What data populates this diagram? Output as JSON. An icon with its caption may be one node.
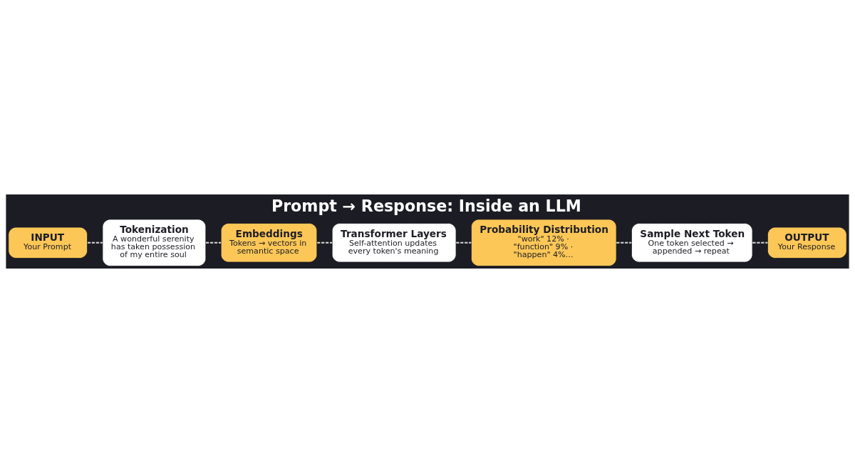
{
  "diagram": {
    "title": "Prompt → Response: Inside an LLM",
    "nodes": [
      {
        "text": [
          "INPUT",
          "Your Prompt"
        ]
      },
      {
        "text": [
          "Tokenization",
          "A wonderful serenity has taken possession of my entire soul"
        ]
      },
      {
        "text": [
          "Embeddings",
          "Tokens → vectors in semantic space"
        ]
      },
      {
        "text": [
          "Transformer Layers",
          "Self-attention updates every token's meaning"
        ]
      },
      {
        "text": [
          "Probability Distribution",
          "\"work\" 12% · \"function\" 9% · \"happen\" 4%…"
        ]
      },
      {
        "text": [
          "Sample Next Token",
          "One token selected → appended → repeat"
        ]
      },
      {
        "text": [
          "OUTPUT",
          "Your Response"
        ]
      }
    ],
    "edges": [
      {
        "from": 0,
        "to": 1,
        "arrow": "none",
        "style": "dashed"
      },
      {
        "from": 1,
        "to": 2,
        "arrow": "none",
        "style": "dashed"
      },
      {
        "from": 2,
        "to": 3,
        "arrow": "none",
        "style": "dashed"
      },
      {
        "from": 3,
        "to": 4,
        "arrow": "none",
        "style": "dashed"
      },
      {
        "from": 4,
        "to": 5,
        "arrow": "none",
        "style": "dashed"
      },
      {
        "from": 5,
        "to": 6,
        "arrow": "none",
        "style": "dashed"
      }
    ]
  }
}
